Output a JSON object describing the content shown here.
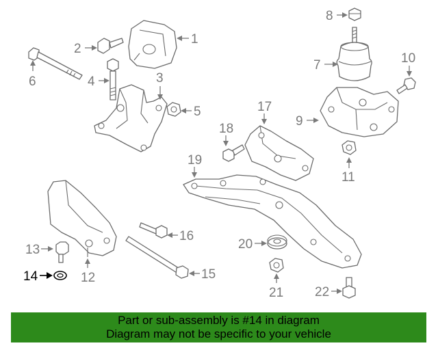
{
  "diagram": {
    "highlighted_part": "14",
    "callouts": [
      {
        "id": "c1",
        "label": "1"
      },
      {
        "id": "c2",
        "label": "2"
      },
      {
        "id": "c3",
        "label": "3"
      },
      {
        "id": "c4",
        "label": "4"
      },
      {
        "id": "c5",
        "label": "5"
      },
      {
        "id": "c6",
        "label": "6"
      },
      {
        "id": "c7",
        "label": "7"
      },
      {
        "id": "c8",
        "label": "8"
      },
      {
        "id": "c9",
        "label": "9"
      },
      {
        "id": "c10",
        "label": "10"
      },
      {
        "id": "c11",
        "label": "11"
      },
      {
        "id": "c12",
        "label": "12"
      },
      {
        "id": "c13",
        "label": "13"
      },
      {
        "id": "c14",
        "label": "14"
      },
      {
        "id": "c15",
        "label": "15"
      },
      {
        "id": "c16",
        "label": "16"
      },
      {
        "id": "c17",
        "label": "17"
      },
      {
        "id": "c18",
        "label": "18"
      },
      {
        "id": "c19",
        "label": "19"
      },
      {
        "id": "c20",
        "label": "20"
      },
      {
        "id": "c21",
        "label": "21"
      },
      {
        "id": "c22",
        "label": "22"
      }
    ],
    "colors": {
      "line_art": "#6a6a6a",
      "callout": "#7a7a7a",
      "highlight": "#000000",
      "banner_bg": "#2d8a1b"
    }
  },
  "banner": {
    "line1": "Part or sub-assembly is #14 in diagram",
    "line2": "Diagram may not be specific to your vehicle"
  }
}
